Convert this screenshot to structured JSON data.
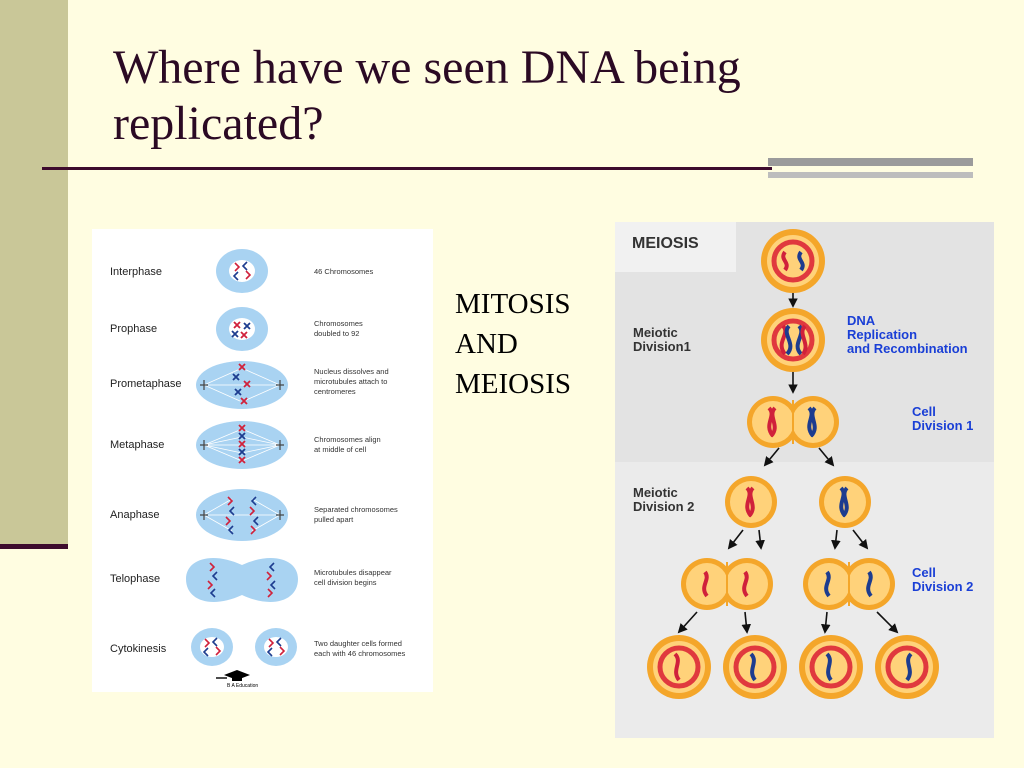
{
  "slide": {
    "title_line1": "Where have we seen DNA being",
    "title_line2": "replicated?",
    "center_label_line1": "MITOSIS",
    "center_label_line2": "AND",
    "center_label_line3": "MEIOSIS"
  },
  "mitosis": {
    "phases": [
      {
        "name": "Interphase",
        "line1": "46 Chromosomes",
        "line2": ""
      },
      {
        "name": "Prophase",
        "line1": "Chromosomes",
        "line2": "doubled to 92"
      },
      {
        "name": "Prometaphase",
        "line1": "Nucleus dissolves and",
        "line2": "microtubules attach to",
        "line3": "centromeres"
      },
      {
        "name": "Metaphase",
        "line1": "Chromosomes align",
        "line2": "at middle of cell"
      },
      {
        "name": "Anaphase",
        "line1": "Separated chromosomes",
        "line2": "pulled apart"
      },
      {
        "name": "Telophase",
        "line1": "Microtubules disappear",
        "line2": "cell division begins"
      },
      {
        "name": "Cytokinesis",
        "line1": "Two daughter cells formed",
        "line2": "each with 46 chromosomes"
      }
    ],
    "credit": "B A Education",
    "colors": {
      "cell": "#a9d3f2",
      "nucleus": "#ffffff",
      "red": "#d0213b",
      "blue": "#1d3c8f"
    }
  },
  "meiosis": {
    "heading": "MEIOSIS",
    "meiotic_division_1_line1": "Meiotic",
    "meiotic_division_1_line2": "Division1",
    "dna_line1": "DNA",
    "dna_line2": "Replication",
    "dna_line3": "and Recombination",
    "cell_division_1_line1": "Cell",
    "cell_division_1_line2": "Division 1",
    "meiotic_division_2_line1": "Meiotic",
    "meiotic_division_2_line2": "Division 2",
    "cell_division_2_line1": "Cell",
    "cell_division_2_line2": "Division 2",
    "colors": {
      "cell_outer": "#f4a62a",
      "cell_inner": "#ffd27a",
      "ring": "#e0393e",
      "label_blue": "#1a3fd6",
      "label_dark": "#333333"
    }
  }
}
